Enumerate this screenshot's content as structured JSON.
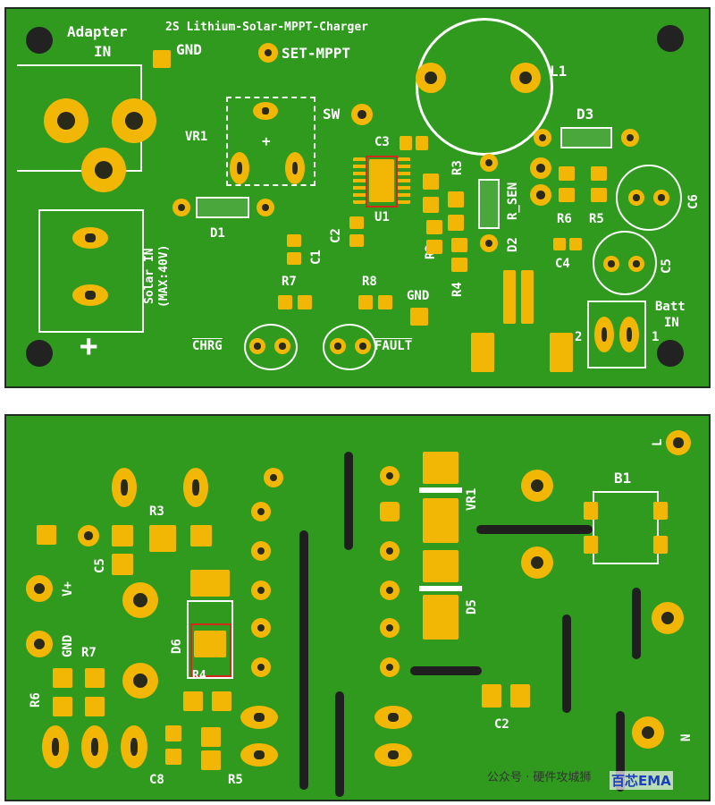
{
  "top_board": {
    "title": "2S Lithium-Solar-MPPT-Charger",
    "adapter_in_line1": "Adapter",
    "adapter_in_line2": "IN",
    "gnd_label": "GND",
    "set_mppt_label": "SET-MPPT",
    "sw_label": "SW",
    "vr1_label": "VR1",
    "l1_label": "L1",
    "d3_label": "D3",
    "c3_label": "C3",
    "u1_label": "U1",
    "r3_label": "R3",
    "r_sen_label": "R_SEN",
    "c6_label": "C6",
    "r6_label": "R6",
    "r5_label": "R5",
    "c2_label": "C2",
    "d1_label": "D1",
    "r2_label": "R2",
    "d2_label": "D2",
    "c4_label": "C4",
    "c5_label": "C5",
    "c1_label": "C1",
    "r4_label": "R4",
    "solar_in_line1": "Solar IN",
    "solar_in_line2": "(MAX:40V)",
    "r7_label": "R7",
    "r8_label": "R8",
    "gnd2_label": "GND",
    "batt_in_line1": "Batt",
    "batt_in_line2": "IN",
    "plus_sign": "+",
    "chrg_label": "CHRG",
    "fault_label": "FAULT",
    "pin2_label": "2",
    "pin1_label": "1"
  },
  "bottom_board": {
    "l_label": "L",
    "b1_label": "B1",
    "vr1_label": "VR1",
    "r3_label": "R3",
    "c5_label": "C5",
    "vplus_label": "V+",
    "d5_label": "D5",
    "gnd_label": "GND",
    "r7_label": "R7",
    "r6_label": "R6",
    "d6_label": "D6",
    "r4_label": "R4",
    "c2_label": "C2",
    "n_label": "N",
    "c8_label": "C8",
    "r5_label": "R5"
  },
  "watermark": {
    "text": "公众号 · 硬件攻城狮",
    "brand": "百芯EMA"
  },
  "colors": {
    "board_green": "#2f9a1e",
    "pad_gold": "#f2b705",
    "silkscreen": "#ffffff",
    "highlight_red": "#d12a1a"
  }
}
